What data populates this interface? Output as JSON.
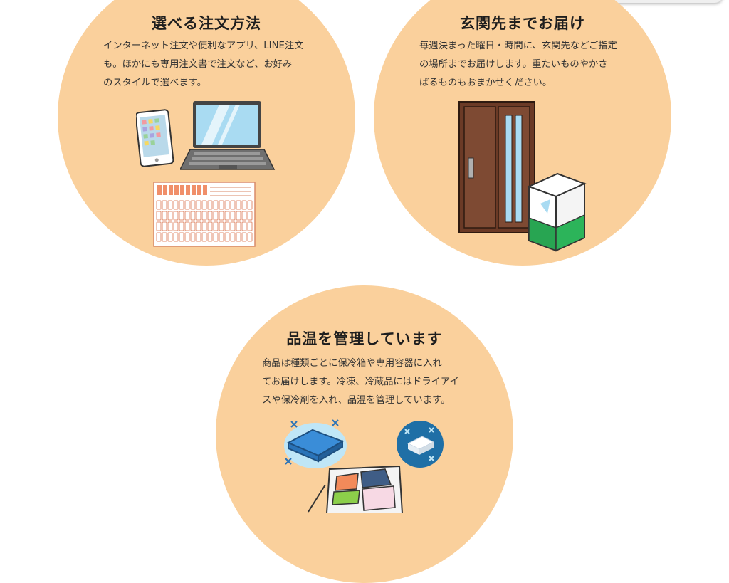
{
  "theme": {
    "circle_color": "#fad09c"
  },
  "cards": [
    {
      "title": "選べる注文方法",
      "lines": [
        "インターネット注文や便利なアプリ、LINE注文",
        "も。ほかにも専用注文書で注文など、お好み",
        "のスタイルで選べます。"
      ]
    },
    {
      "title": "玄関先までお届け",
      "lines": [
        "毎週決まった曜日・時間に、玄関先などご指定",
        "の場所までお届けします。重たいものやかさ",
        "ばるものもおまかせください。"
      ]
    },
    {
      "title": "品温を管理しています",
      "lines": [
        "商品は種類ごとに保冷箱や専用容器に入れ",
        "てお届けします。冷凍、冷蔵品にはドライアイ",
        "スや保冷剤を入れ、品温を管理しています。"
      ]
    }
  ]
}
